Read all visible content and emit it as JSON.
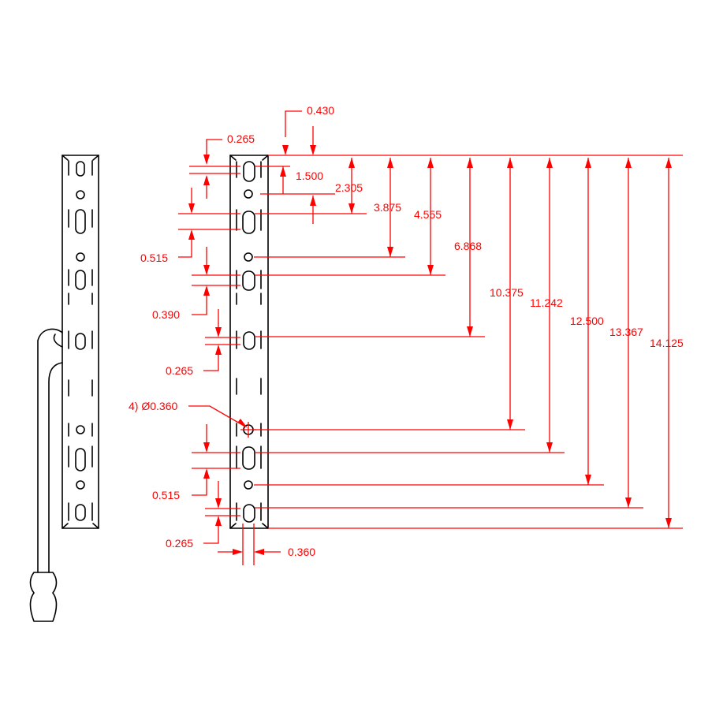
{
  "drawing": {
    "line_color": "#000000",
    "dimension_color": "#ff0000",
    "dimensions": {
      "top_slot_width": "0.430",
      "top_offset": "0.265",
      "to_hole_1": "1.500",
      "to_slot_2": "2.305",
      "to_hole_2": "3.875",
      "to_slot_3": "4.555",
      "to_slot_4": "6.868",
      "to_hole_3": "10.375",
      "to_slot_5": "11.242",
      "to_hole_4": "12.500",
      "to_slot_6": "13.367",
      "overall_length": "14.125",
      "slot_length_upper": "0.515",
      "slot_gap": "0.390",
      "slot_offset_mid": "0.265",
      "hole_callout": "4) Ø0.360",
      "slot_length_lower": "0.515",
      "slot_offset_bottom": "0.265",
      "slot_width": "0.360"
    }
  }
}
